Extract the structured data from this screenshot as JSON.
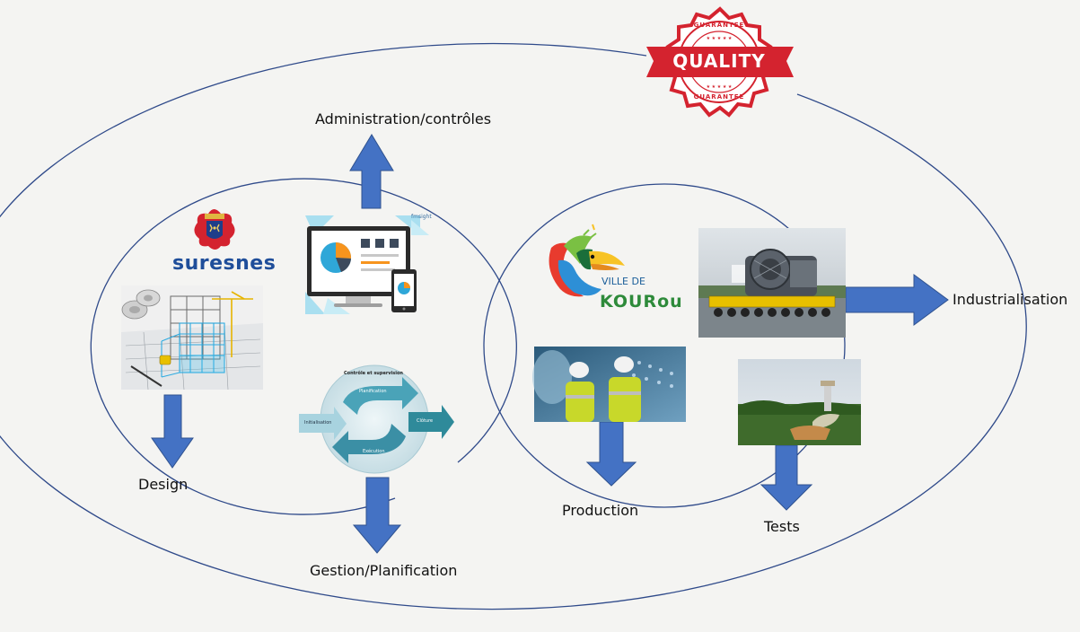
{
  "labels": {
    "administration": "Administration/contrôles",
    "design": "Design",
    "gestion": "Gestion/Planification",
    "production": "Production",
    "tests": "Tests",
    "industrialisation": "Industrialisation"
  },
  "logos": {
    "suresnes": "suresnes",
    "kourou_line1": "VILLE DE",
    "kourou_line2": "KOURou",
    "fmsight": "fmsight"
  },
  "cycle": {
    "controle": "Contrôle et supervision",
    "planification": "Planification",
    "initialisation": "Initialisation",
    "execution": "Exécution",
    "cloture": "Clôture"
  },
  "stamp": {
    "top": "GUARANTEE",
    "middle": "QUALITY",
    "bottom": "GUARANTEE"
  },
  "colors": {
    "arrow": "#4472c4",
    "ellipse_stroke": "#2f4a8a",
    "stamp_red": "#d4232f",
    "suresnes_blue": "#1f4e9a"
  }
}
